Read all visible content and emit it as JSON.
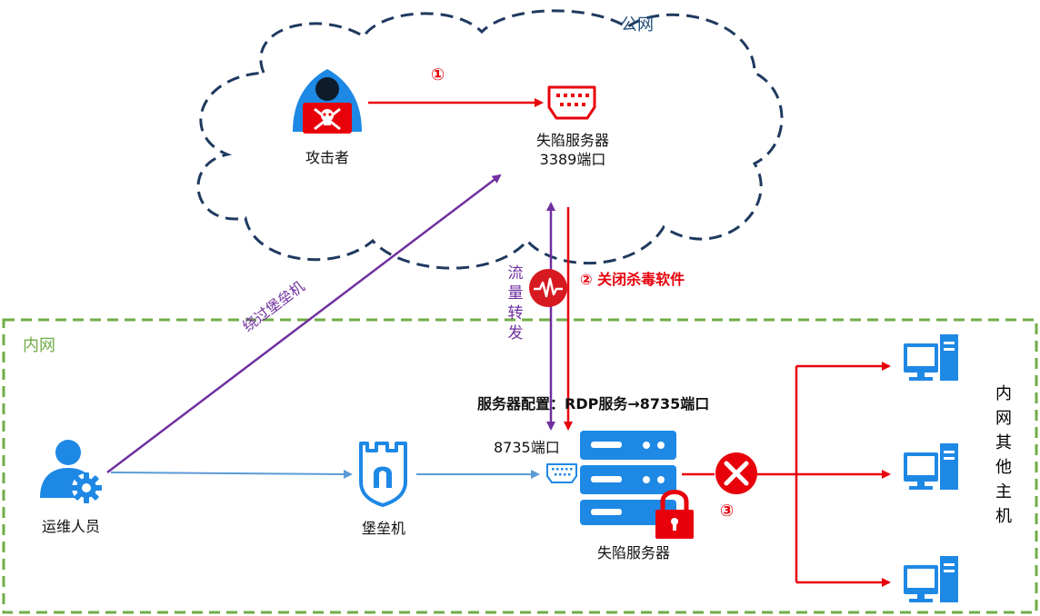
{
  "zones": {
    "public": "公网",
    "internal": "内网"
  },
  "nodes": {
    "attacker": "攻击者",
    "honeypot_top_line1": "失陷服务器",
    "honeypot_top_line2": "3389端口",
    "ops": "运维人员",
    "bastion": "堡垒机",
    "honeypot_bottom": "失陷服务器",
    "port_label": "8735端口",
    "other_hosts": "内网其他主机"
  },
  "steps": {
    "step1": "①",
    "step2": "② 关闭杀毒软件",
    "step3": "③"
  },
  "annotations": {
    "bypass": "绕过堡垒机",
    "forward": "流量转发",
    "config": "服务器配置：RDP服务→8735端口"
  },
  "colors": {
    "cloud_stroke": "#1f3a5f",
    "zone_green": "#70ad47",
    "icon_blue": "#1e88e5",
    "alert_red": "#e8000b",
    "purple": "#7030a0",
    "flow_blue": "#5b9bd5"
  }
}
